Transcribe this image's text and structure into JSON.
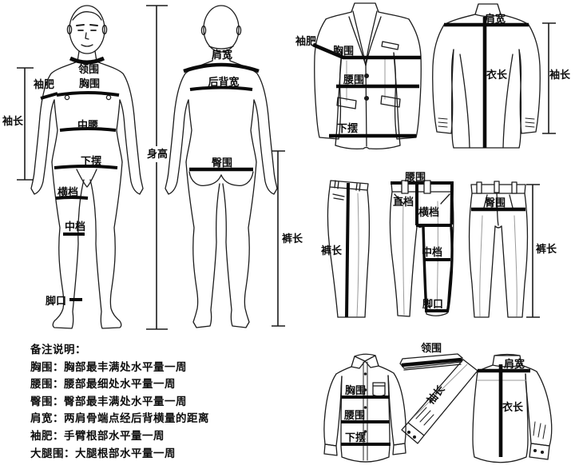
{
  "page": {
    "background": "#ffffff",
    "line_color": "#1c1c1c"
  },
  "labels": {
    "body_front": {
      "neck": "领围",
      "chest": "胸围",
      "sleeve_width": "袖肥",
      "sleeve_length": "袖长",
      "mid_waist": "中腰",
      "hem": "下摆",
      "thigh": "横档",
      "mid_leg": "中档",
      "leg_opening": "脚口",
      "height": "身高"
    },
    "body_back": {
      "shoulder_width": "肩宽",
      "back_width": "后背宽",
      "hip": "臀围",
      "pants_length": "裤长"
    },
    "jacket_front": {
      "sleeve_width": "袖肥",
      "chest": "胸围",
      "waist": "腰围",
      "hem": "下摆"
    },
    "jacket_back": {
      "shoulder_width": "肩宽",
      "garment_length": "衣长",
      "sleeve_length": "袖长"
    },
    "pants_side": {
      "pants_length": "裤长"
    },
    "pants_front": {
      "waist": "腰围",
      "rise": "直档",
      "thigh": "横档",
      "mid_leg": "中档",
      "leg_opening": "脚口"
    },
    "pants_back": {
      "hip": "臀围",
      "pants_length": "裤长"
    },
    "shirt": {
      "collar": "领围",
      "chest": "胸围",
      "waist": "腰围",
      "hem": "下摆",
      "sleeve_length": "袖长",
      "shoulder_width": "肩宽",
      "garment_length": "衣长"
    }
  },
  "notes": {
    "title": "备注说明：",
    "items": [
      "胸围：胸部最丰满处水平量一周",
      "腰围：腰部最细处水平量一周",
      "臀围：臀部最丰满处水平量一周",
      "肩宽：两肩骨端点经后背横量的距离",
      "袖肥：手臂根部水平量一周",
      "大腿围：大腿根部水平量一周"
    ]
  }
}
